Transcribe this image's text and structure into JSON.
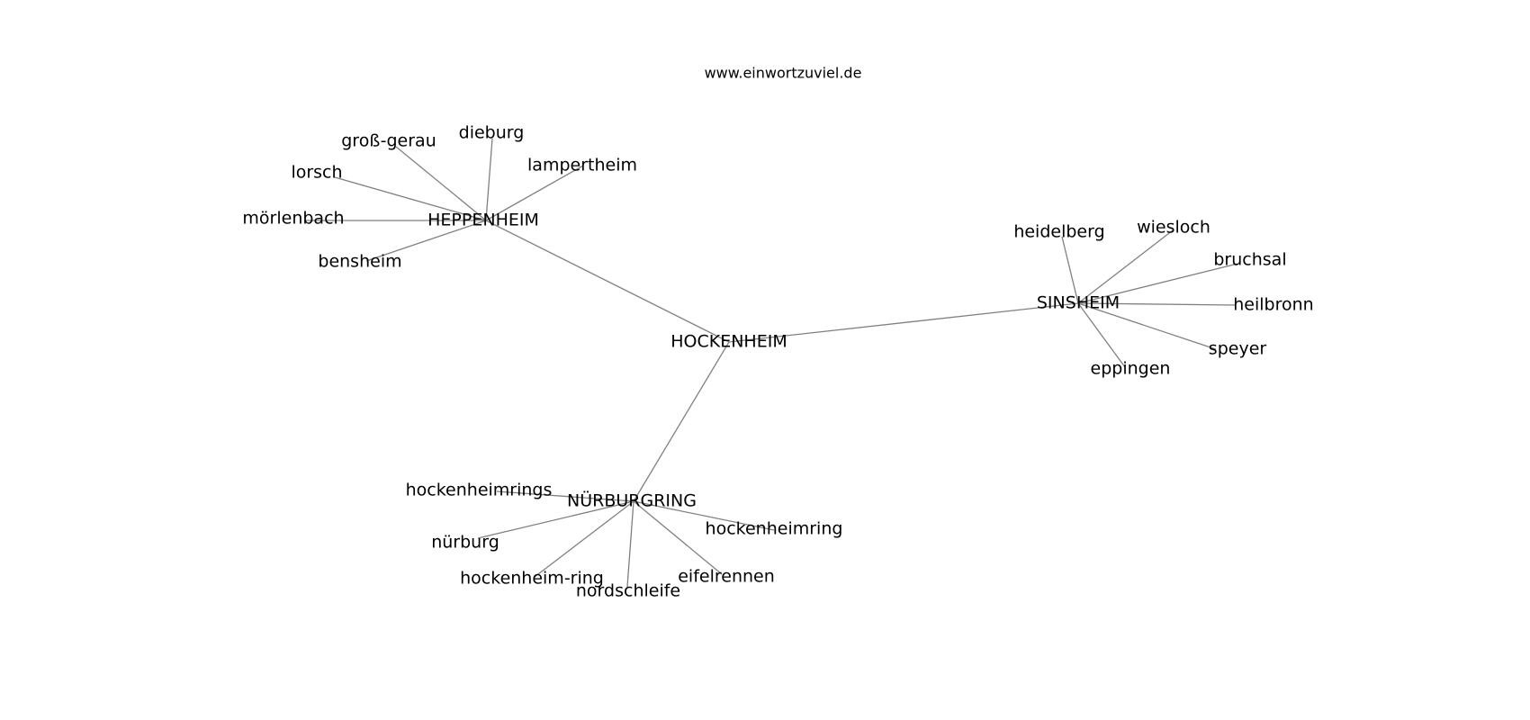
{
  "site": "www.einwortzuviel.de",
  "colors": {
    "edge": "#808080",
    "text": "#000000",
    "background": "#ffffff"
  },
  "graph": {
    "center": "HOCKENHEIM",
    "hubs": [
      {
        "label": "HEPPENHEIM",
        "leaves": [
          "groß-gerau",
          "dieburg",
          "lorsch",
          "lampertheim",
          "mörlenbach",
          "bensheim"
        ]
      },
      {
        "label": "SINSHEIM",
        "leaves": [
          "heidelberg",
          "wiesloch",
          "bruchsal",
          "heilbronn",
          "speyer",
          "eppingen"
        ]
      },
      {
        "label": "NÜRBURGRING",
        "leaves": [
          "hockenheimrings",
          "hockenheimring",
          "nürburg",
          "hockenheim-ring",
          "nordschleife",
          "eifelrennen"
        ]
      }
    ]
  }
}
